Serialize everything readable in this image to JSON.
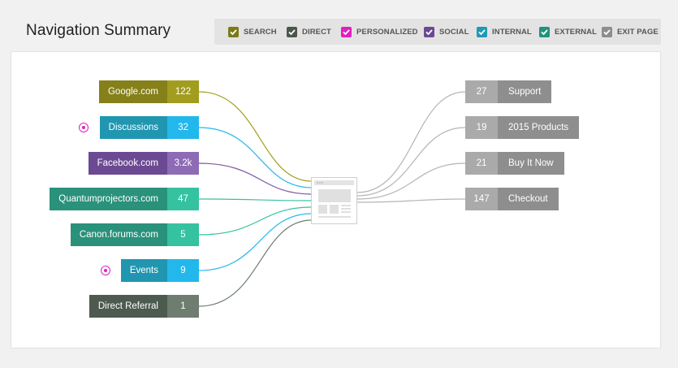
{
  "title": "Navigation Summary",
  "legend": [
    {
      "label": "SEARCH",
      "color": "#7a7a1a"
    },
    {
      "label": "DIRECT",
      "color": "#4b574b"
    },
    {
      "label": "PERSONALIZED",
      "color": "#e020c0"
    },
    {
      "label": "SOCIAL",
      "color": "#6b4a93"
    },
    {
      "label": "INTERNAL",
      "color": "#1e9ab5"
    },
    {
      "label": "EXTERNAL",
      "color": "#24917c"
    },
    {
      "label": "EXIT PAGE",
      "color": "#8e8e8e"
    }
  ],
  "sources": [
    {
      "label": "Google.com",
      "count": "122",
      "color": "#85801a",
      "count_color": "#a39d1f",
      "line_color": "#a39d1f",
      "personalized": false
    },
    {
      "label": "Discussions",
      "count": "32",
      "color": "#2196b0",
      "count_color": "#22b8ec",
      "line_color": "#22b8ec",
      "personalized": true
    },
    {
      "label": "Facebook.com",
      "count": "3.2k",
      "color": "#6b4a93",
      "count_color": "#8e6bb5",
      "line_color": "#7b5aa5",
      "personalized": false
    },
    {
      "label": "Quantumprojectors.com",
      "count": "47",
      "color": "#2a917b",
      "count_color": "#35c2a0",
      "line_color": "#35c2a0",
      "personalized": false
    },
    {
      "label": "Canon.forums.com",
      "count": "5",
      "color": "#2a917b",
      "count_color": "#35c2a0",
      "line_color": "#35c2a0",
      "personalized": false
    },
    {
      "label": "Events",
      "count": "9",
      "color": "#2196b0",
      "count_color": "#22b8ec",
      "line_color": "#22b8ec",
      "personalized": true
    },
    {
      "label": "Direct Referral",
      "count": "1",
      "color": "#4d5a4f",
      "count_color": "#6f7d70",
      "line_color": "#6f7d70",
      "personalized": false
    }
  ],
  "destinations": [
    {
      "count": "27",
      "label": "Support"
    },
    {
      "count": "19",
      "label": "2015 Products"
    },
    {
      "count": "21",
      "label": "Buy It Now"
    },
    {
      "count": "147",
      "label": "Checkout"
    }
  ]
}
